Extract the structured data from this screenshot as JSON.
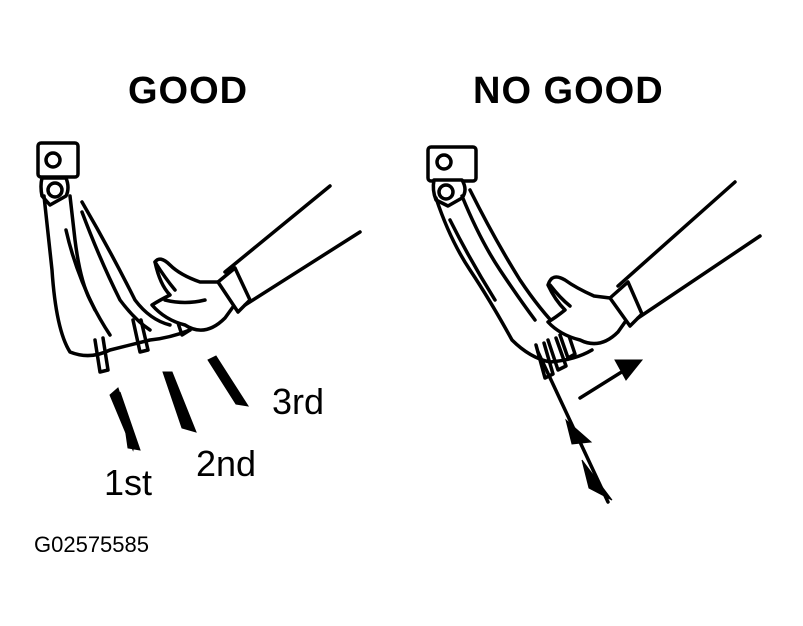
{
  "headings": {
    "good": "GOOD",
    "no_good": "NO GOOD"
  },
  "steps": {
    "first": "1st",
    "second": "2nd",
    "third": "3rd"
  },
  "figure_code": "G02575585"
}
